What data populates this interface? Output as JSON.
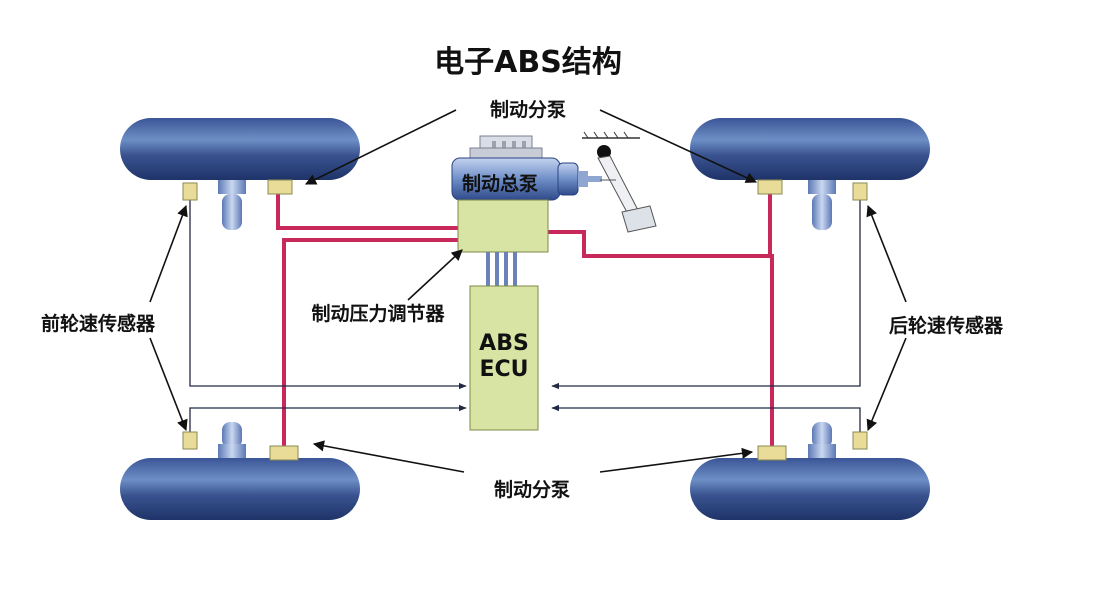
{
  "diagram": {
    "title": "电子ABS结构",
    "labels": {
      "brake_cylinder_top": "制动分泵",
      "brake_cylinder_bottom": "制动分泵",
      "master_cylinder": "制动总泵",
      "pressure_regulator": "制动压力调节器",
      "front_speed_sensor": "前轮速传感器",
      "rear_speed_sensor": "后轮速传感器",
      "ecu_line1": "ABS",
      "ecu_line2": "ECU"
    },
    "colors": {
      "brake_line": "#c8285a",
      "signal_line": "#222a44",
      "module_fill": "#d8e4a4",
      "sensor_fill": "#e8dc98",
      "wheel_dark": "#1e3368",
      "wheel_light": "#6d8fc6",
      "hub": "#8faad6"
    }
  }
}
